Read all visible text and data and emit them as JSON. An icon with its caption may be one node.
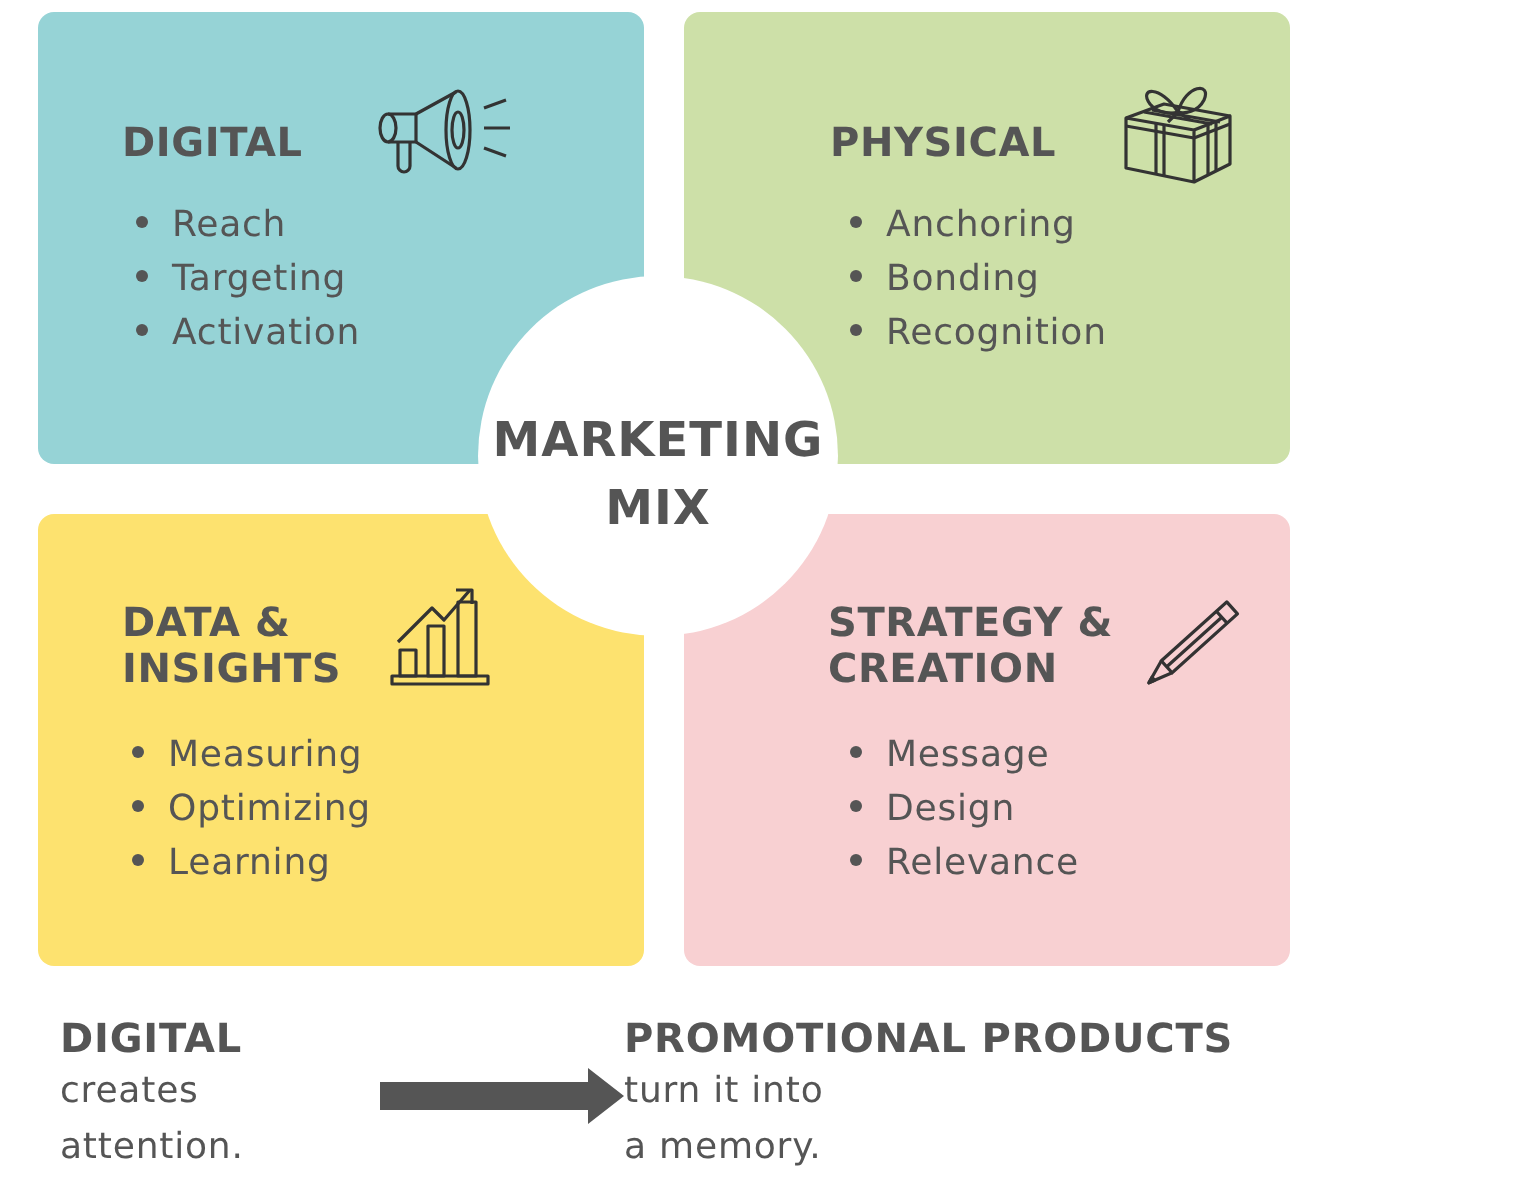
{
  "diagram": {
    "nodes": [
      {
        "text": [
          "DIGITAL",
          "Reach",
          "Targeting",
          "Activation"
        ]
      },
      {
        "text": [
          "PHYSICAL",
          "Anchoring",
          "Bonding",
          "Recognition"
        ]
      },
      {
        "text": [
          "MARKETING MIX"
        ]
      },
      {
        "text": [
          "DATA & INSIGHTS",
          "Measuring",
          "Optimizing",
          "Learning"
        ]
      },
      {
        "text": [
          "STRATEGY & CREATION",
          "Message",
          "Design",
          "Relevance"
        ]
      },
      {
        "text": [
          "DIGITAL",
          "creates attention."
        ]
      },
      {
        "text": [
          "PROMOTIONAL PRODUCTS",
          "turn it into a memory."
        ]
      }
    ],
    "edges": [
      {
        "from": 5,
        "to": 6,
        "arrow": "to"
      }
    ]
  }
}
